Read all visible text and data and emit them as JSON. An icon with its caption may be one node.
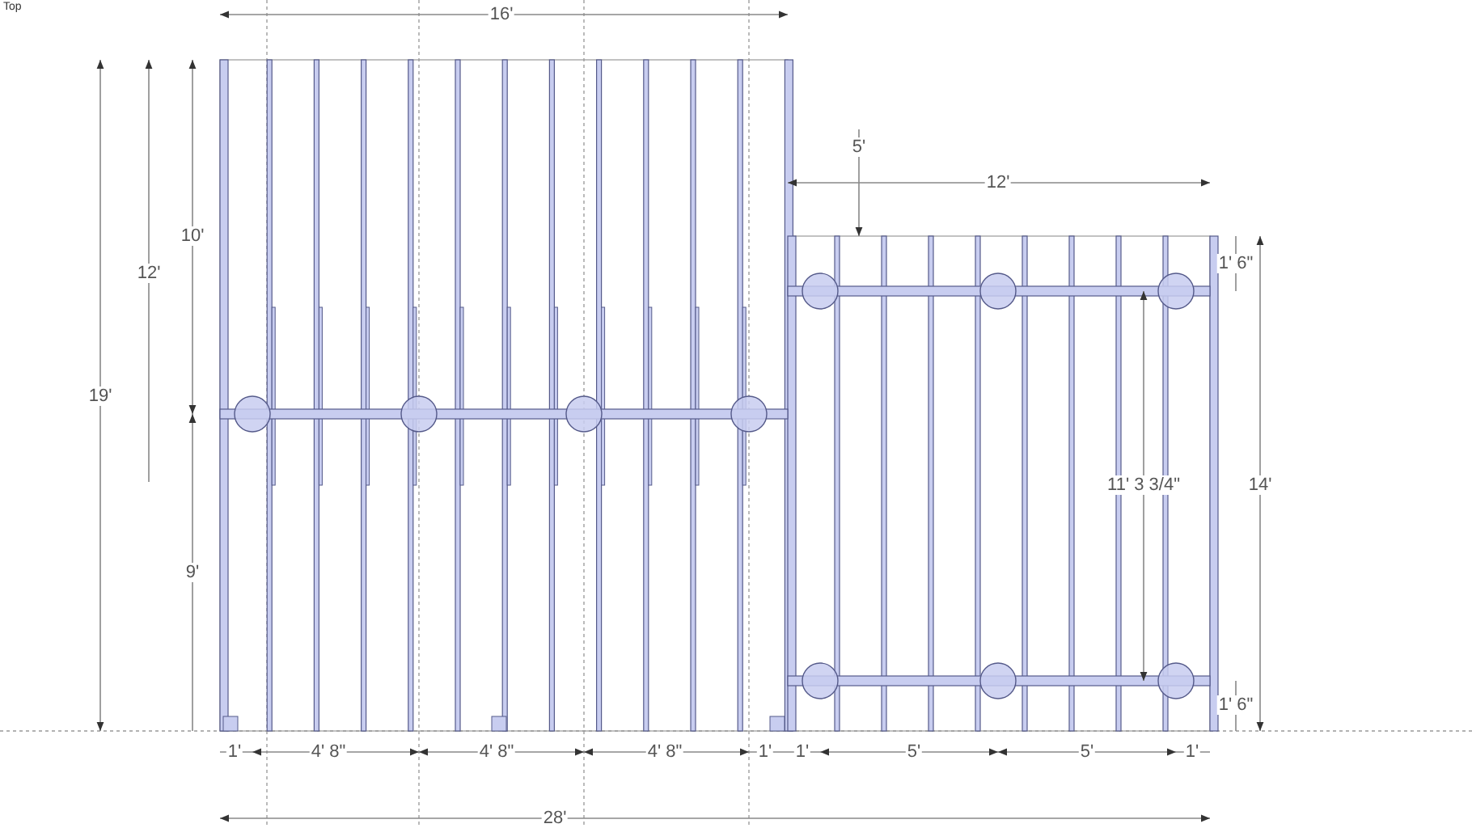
{
  "diagram": {
    "labels": [
      "Top",
      "16'",
      "5'",
      "12'",
      "10'",
      "12'",
      "1' 6\"",
      "19'",
      "11' 3 3/4\"",
      "14'",
      "9'",
      "1' 6\"",
      "1'",
      "4' 8\"",
      "4' 8\"",
      "4' 8\"",
      "1'",
      "1'",
      "5'",
      "5'",
      "1'",
      "28'"
    ]
  }
}
